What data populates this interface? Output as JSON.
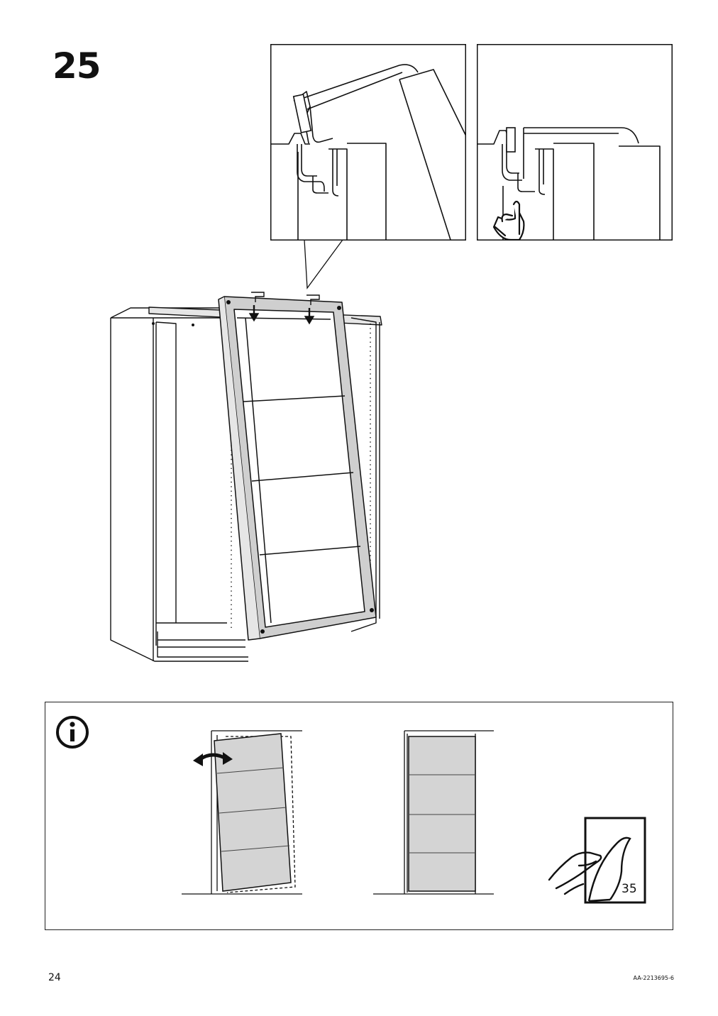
{
  "step": {
    "number": "25"
  },
  "info": {
    "icon": "info-icon",
    "see_page": "35"
  },
  "icons": {
    "finger_press": "finger-press-icon",
    "peel_sheet": "peel-sheet-icon",
    "rotate_arrow": "double-arrow-icon",
    "down_arrow": "down-arrow-icon"
  },
  "footer": {
    "page_number": "24",
    "doc_code": "AA-2213695-6"
  },
  "colors": {
    "line": "#111111",
    "panel_fill": "#d4d4d4"
  }
}
